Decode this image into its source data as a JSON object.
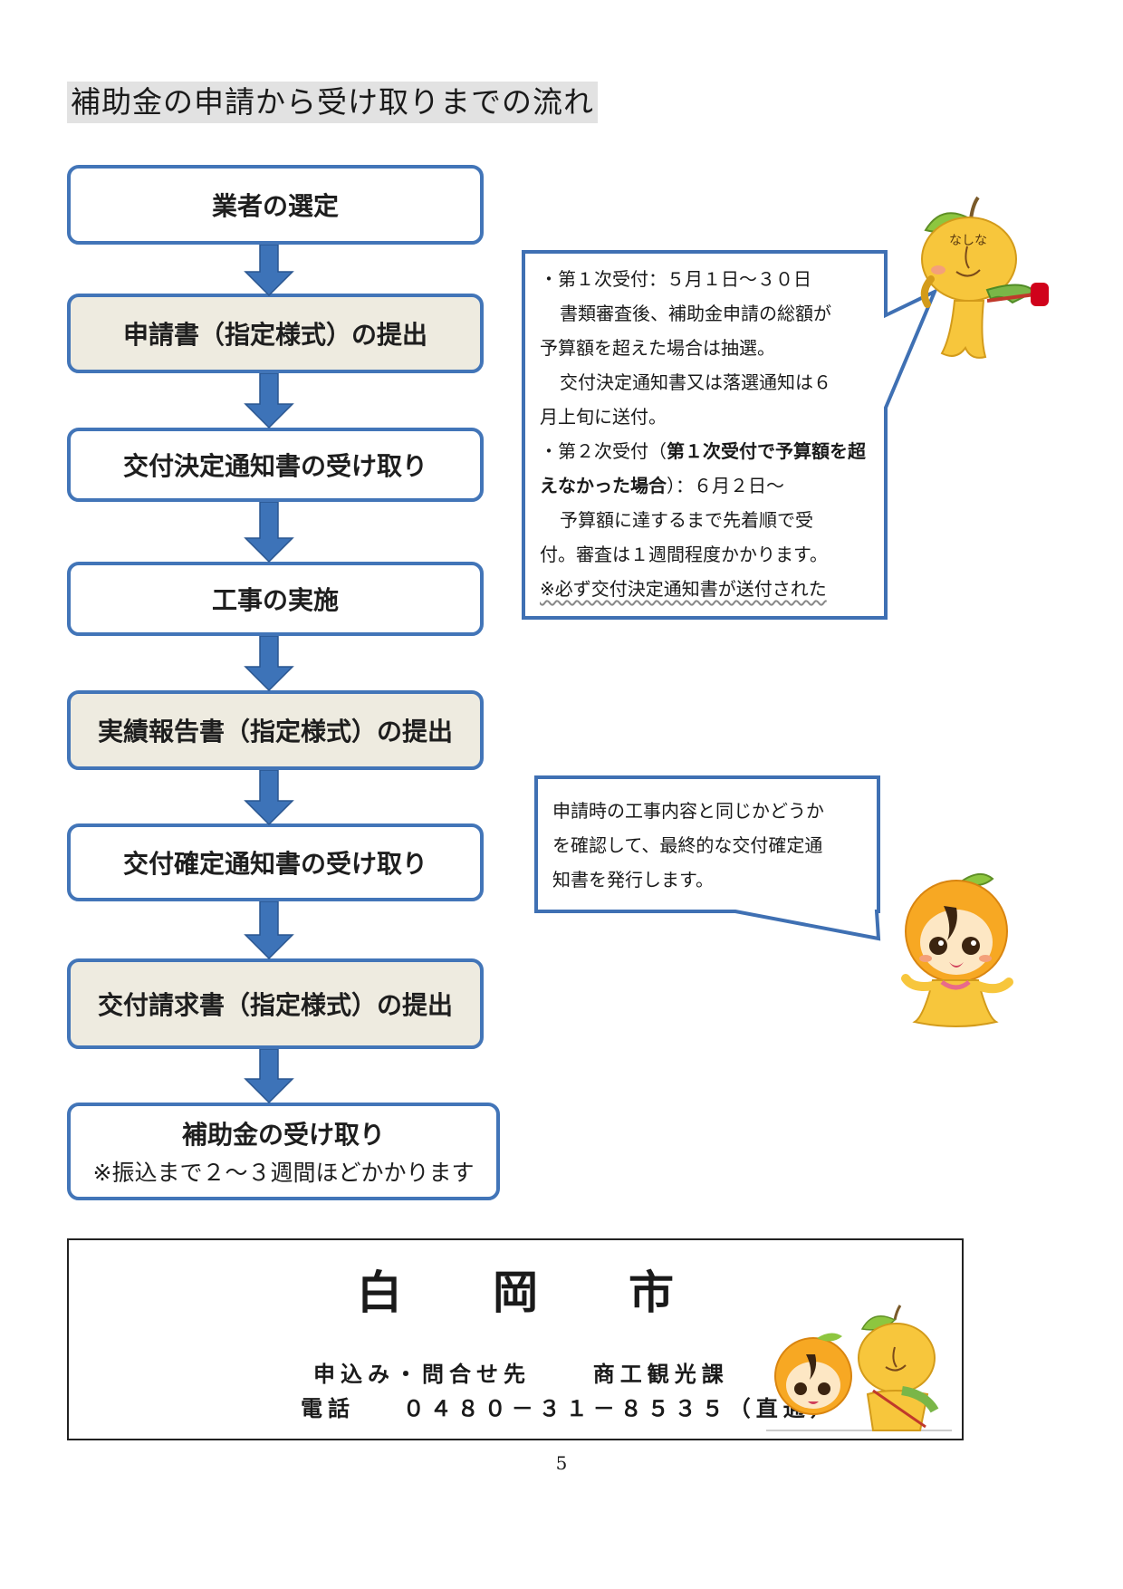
{
  "heading": "補助金の申請から受け取りまでの流れ",
  "steps": [
    {
      "label": "業者の選定"
    },
    {
      "label": "申請書（指定様式）の提出"
    },
    {
      "label": "交付決定通知書の受け取り"
    },
    {
      "label": "工事の実施"
    },
    {
      "label": "実績報告書（指定様式）の提出"
    },
    {
      "label": "交付確定通知書の受け取り"
    },
    {
      "label": "交付請求書（指定様式）の提出"
    },
    {
      "label": "補助金の受け取り",
      "note": "※振込まで２～３週間ほどかかります"
    }
  ],
  "callout1": {
    "line1": "・第１次受付：５月１日～３０日",
    "line2": "書類審査後、補助金申請の総額が",
    "line3": "予算額を超えた場合は抽選。",
    "line4": "交付決定通知書又は落選通知は６",
    "line5": "月上旬に送付。",
    "line6a": "・第２次受付（",
    "line6b": "第１次受付で予算額を超",
    "line7a": "えなかった場合",
    "line7b": "）：６月２日～",
    "line8": "予算額に達するまで先着順で受",
    "line9": "付。審査は１週間程度かかります。",
    "line10": "※必ず交付決定通知書が送付された"
  },
  "callout2": {
    "line1": "申請時の工事内容と同じかどうか",
    "line2": "を確認して、最終的な交付確定通",
    "line3": "知書を発行します。"
  },
  "mascot_text": "なしな",
  "footer": {
    "city": "白岡市",
    "contact_label": "申込み・問合せ先",
    "department": "商工観光課",
    "phone_label": "電話",
    "phone": "０４８０－３１－８５３５（直通）"
  },
  "page_number": "5",
  "colors": {
    "box_border": "#4275b8",
    "arrow": "#3d73b8",
    "beige_fill": "#eeebe0",
    "heading_bg": "#e2e2e2"
  }
}
